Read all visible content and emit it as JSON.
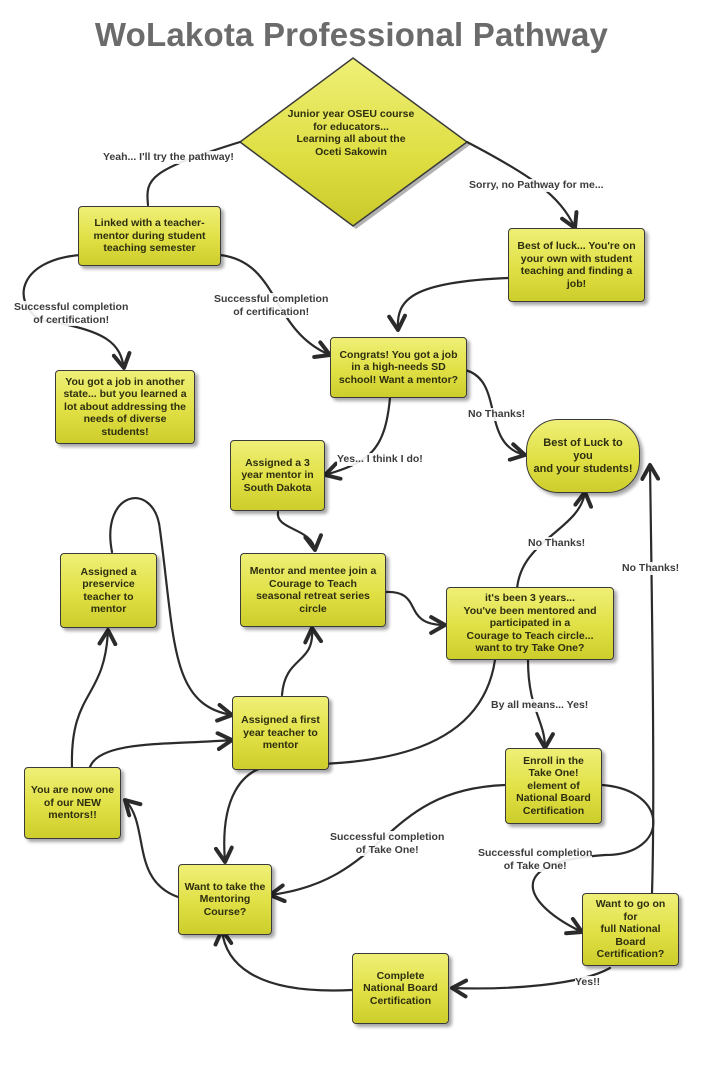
{
  "title": "WoLakota Professional Pathway",
  "colors": {
    "node_fill_top": "#efef77",
    "node_fill_bottom": "#cdcd2c",
    "node_border": "#3a3a3a",
    "title": "#6b6b6b",
    "label_text": "#3c3c3c",
    "connector": "#2b2b2b"
  },
  "nodes": {
    "start": "Junior year OSEU course\nfor educators...\nLearning all about the\nOceti Sakowin",
    "linked_mentor": "Linked with a teacher-\nmentor during student\nteaching semester",
    "best_luck_own": "Best of luck... You're on\nyour own with student\nteaching and finding a\njob!",
    "job_another_state": "You got a job in another\nstate... but you learned a\nlot about addressing the\nneeds of diverse\nstudents!",
    "congrats_job": "Congrats! You got a job\nin a high-needs SD\nschool! Want a mentor?",
    "assigned_3yr_mentor": "Assigned a 3\nyear mentor in\nSouth Dakota",
    "best_luck_students": "Best of Luck to you\nand your students!",
    "mentor_mentee_join": "Mentor and mentee join a\nCourage to Teach\nseasonal retreat series\ncircle",
    "assigned_preservice": "Assigned a\npreservice\nteacher to\nmentor",
    "three_years": "it's been 3 years...\nYou've been mentored and\nparticipated in a\nCourage to Teach circle...\nwant to try Take One?",
    "assigned_first_year": "Assigned a first\nyear teacher to\nmentor",
    "enroll_take_one": "Enroll in the\nTake One!\nelement of\nNational Board\nCertification",
    "new_mentors": "You are now one\nof our NEW\nmentors!!",
    "mentoring_course": "Want to take the\nMentoring\nCourse?",
    "full_nbc": "Want to go on for\nfull National\nBoard\nCertification?",
    "complete_nbc": "Complete\nNational Board\nCertification"
  },
  "edge_labels": {
    "try_pathway": "Yeah... I'll try the pathway!",
    "no_pathway": "Sorry, no Pathway for me...",
    "cert_left": "Successful completion\nof certification!",
    "cert_right": "Successful completion\nof certification!",
    "no_thanks_1": "No Thanks!",
    "yes_i_do": "Yes... I think I do!",
    "no_thanks_2": "No Thanks!",
    "no_thanks_3": "No Thanks!",
    "by_all_means": "By all means... Yes!",
    "take_one_left": "Successful completion\nof Take One!",
    "take_one_right": "Successful completion\nof Take One!",
    "yes_bang": "Yes!!"
  }
}
